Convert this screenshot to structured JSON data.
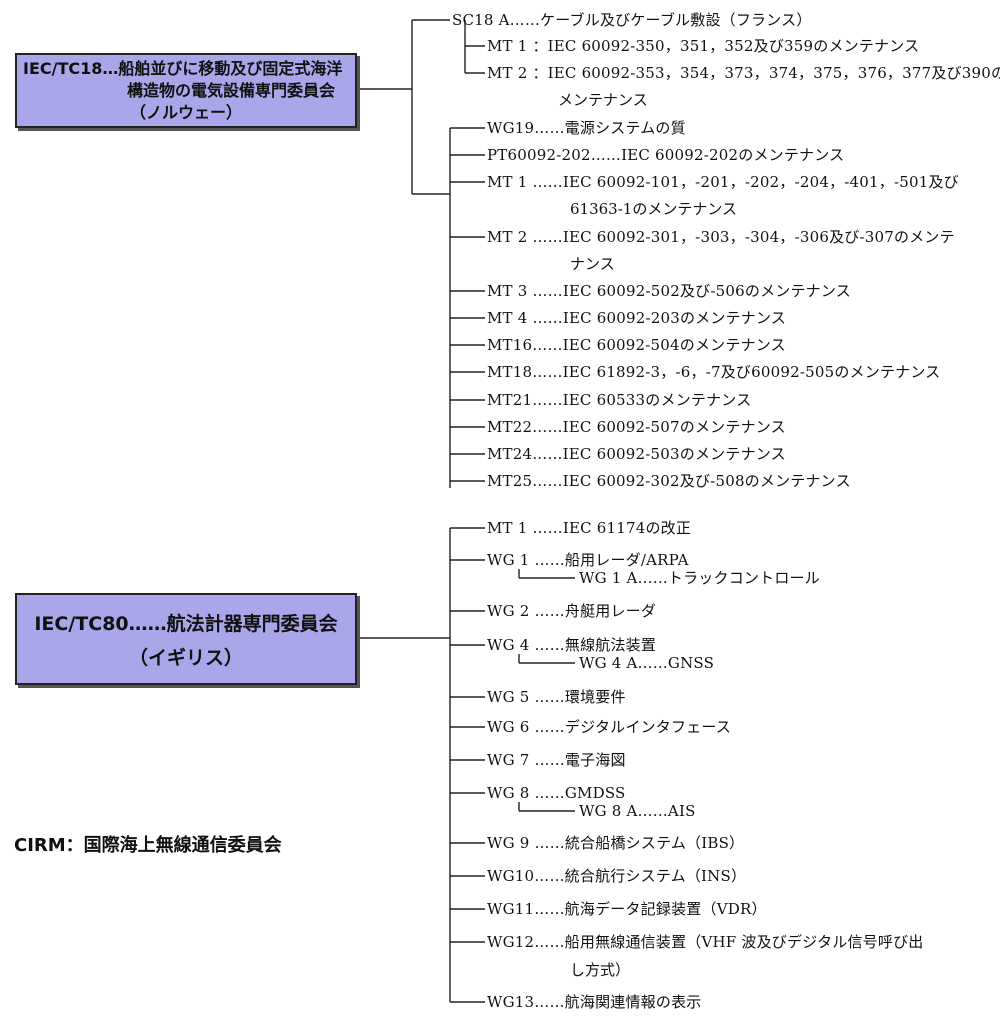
{
  "tc18": {
    "line1": "IEC/TC18…船舶並びに移動及び固定式海洋",
    "line2": "構造物の電気設備専門委員会",
    "line3": "（ノルウェー）",
    "sc18a": {
      "label": "SC18 A……ケーブル及びケーブル敷設（フランス）",
      "children": [
        {
          "label": "MT 1 ：IEC 60092-350，351，352及び359のメンテナンス"
        },
        {
          "label": "MT 2 ：IEC 60092-353，354，373，374，375，376，377及び390の",
          "cont": "メンテナンス"
        }
      ]
    },
    "items": [
      {
        "label": "WG19……電源システムの質"
      },
      {
        "label": "PT60092-202……IEC 60092-202のメンテナンス"
      },
      {
        "label": "MT 1 ……IEC 60092-101，-201，-202，-204，-401，-501及び",
        "cont": "61363-1のメンテナンス"
      },
      {
        "label": "MT 2 ……IEC 60092-301，-303，-304，-306及び-307のメンテ",
        "cont": "ナンス"
      },
      {
        "label": "MT 3 ……IEC 60092-502及び-506のメンテナンス"
      },
      {
        "label": "MT 4 ……IEC 60092-203のメンテナンス"
      },
      {
        "label": "MT16……IEC 60092-504のメンテナンス"
      },
      {
        "label": "MT18……IEC 61892-3，-6，-7及び60092-505のメンテナンス"
      },
      {
        "label": "MT21……IEC 60533のメンテナンス"
      },
      {
        "label": "MT22……IEC 60092-507のメンテナンス"
      },
      {
        "label": "MT24……IEC 60092-503のメンテナンス"
      },
      {
        "label": "MT25……IEC 60092-302及び-508のメンテナンス"
      }
    ]
  },
  "tc80": {
    "line1": "IEC/TC80……航法計器専門委員会",
    "line2": "（イギリス）",
    "items": [
      {
        "label": "MT 1 ……IEC 61174の改正"
      },
      {
        "label": "WG 1 ……船用レーダ/ARPA",
        "sub": "WG 1 A……トラックコントロール"
      },
      {
        "label": "WG 2 ……舟艇用レーダ"
      },
      {
        "label": "WG 4 ……無線航法装置",
        "sub": "WG 4 A……GNSS"
      },
      {
        "label": "WG 5 ……環境要件"
      },
      {
        "label": "WG 6 ……デジタルインタフェース"
      },
      {
        "label": "WG 7 ……電子海図"
      },
      {
        "label": "WG 8 ……GMDSS",
        "sub": "WG 8 A……AIS"
      },
      {
        "label": "WG 9 ……統合船橋システム（IBS）"
      },
      {
        "label": "WG10……統合航行システム（INS）"
      },
      {
        "label": "WG11……航海データ記録装置（VDR）"
      },
      {
        "label": "WG12……船用無線通信装置（VHF 波及びデジタル信号呼び出",
        "cont": "し方式）"
      },
      {
        "label": "WG13……航海関連情報の表示"
      }
    ]
  },
  "cirm": "CIRM：国際海上無線通信委員会"
}
